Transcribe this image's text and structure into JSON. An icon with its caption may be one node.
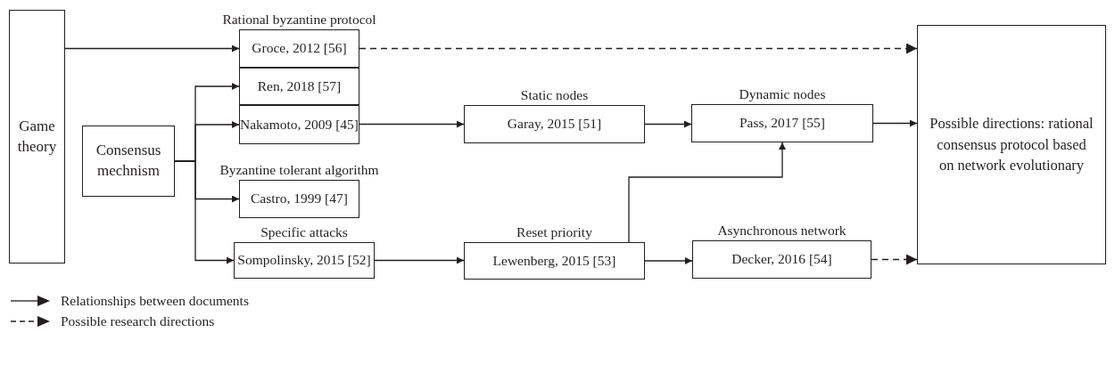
{
  "diagram": {
    "nodes": [
      {
        "text": [
          "Game theory"
        ]
      },
      {
        "text": [
          "Consensus mechnism"
        ]
      },
      {
        "text": [
          "Rational byzantine protocol",
          "Groce, 2012 [56]"
        ]
      },
      {
        "text": [
          "Ren, 2018 [57]"
        ]
      },
      {
        "text": [
          "Nakamoto, 2009 [45]"
        ]
      },
      {
        "text": [
          "Byzantine tolerant algorithm",
          "Castro, 1999 [47]"
        ]
      },
      {
        "text": [
          "Specific attacks",
          "Sompolinsky, 2015 [52]"
        ]
      },
      {
        "text": [
          "Static nodes",
          "Garay, 2015 [51]"
        ]
      },
      {
        "text": [
          "Reset priority",
          "Lewenberg, 2015 [53]"
        ]
      },
      {
        "text": [
          "Dynamic nodes",
          "Pass, 2017 [55]"
        ]
      },
      {
        "text": [
          "Asynchronous network",
          "Decker, 2016 [54]"
        ]
      },
      {
        "text": [
          "Possible directions: rational consensus protocol based on network evolutionary"
        ]
      }
    ],
    "edges": [
      {
        "from": 0,
        "to": 2,
        "arrow": "to"
      },
      {
        "from": 1,
        "to": 3,
        "arrow": "to"
      },
      {
        "from": 1,
        "to": 4,
        "arrow": "to"
      },
      {
        "from": 1,
        "to": 5,
        "arrow": "to"
      },
      {
        "from": 1,
        "to": 6,
        "arrow": "to"
      },
      {
        "from": 4,
        "to": 7,
        "arrow": "to"
      },
      {
        "from": 7,
        "to": 9,
        "arrow": "to"
      },
      {
        "from": 8,
        "to": 9,
        "arrow": "to"
      },
      {
        "from": 6,
        "to": 8,
        "arrow": "to"
      },
      {
        "from": 8,
        "to": 10,
        "arrow": "to"
      },
      {
        "from": 2,
        "to": 11,
        "arrow": "to",
        "style": "dashed"
      },
      {
        "from": 9,
        "to": 11,
        "arrow": "to"
      },
      {
        "from": 10,
        "to": 11,
        "arrow": "to",
        "style": "dashed"
      }
    ],
    "legend": [
      {
        "text": "Relationships between documents"
      },
      {
        "text": "Possible research directions"
      }
    ]
  }
}
